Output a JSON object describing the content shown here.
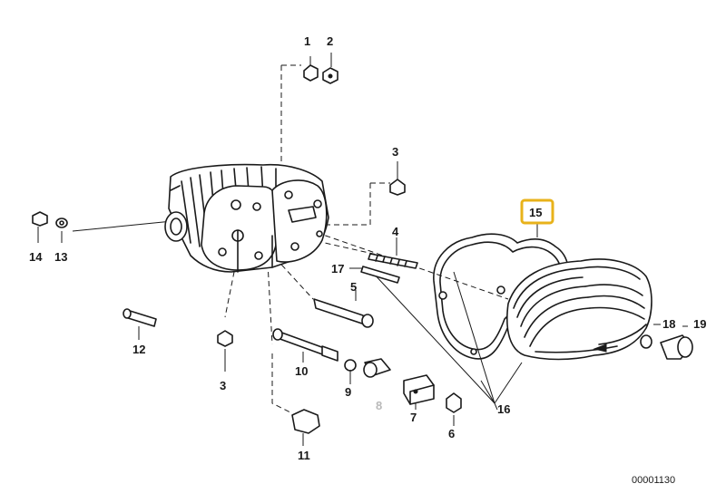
{
  "diagram": {
    "drawing_number": "00001130",
    "highlighted_callout": "15",
    "callouts": {
      "c1": "1",
      "c2": "2",
      "c3a": "3",
      "c3b": "3",
      "c4": "4",
      "c5": "5",
      "c6": "6",
      "c7": "7",
      "c8": "8",
      "c9": "9",
      "c10": "10",
      "c11": "11",
      "c12": "12",
      "c13": "13",
      "c14": "14",
      "c15": "15",
      "c16": "16",
      "c17": "17",
      "c18": "18",
      "c19": "19"
    },
    "colors": {
      "line": "#1a1a1a",
      "highlight": "#e8b21a",
      "dimmed_callout": "#b9b9b9"
    }
  }
}
